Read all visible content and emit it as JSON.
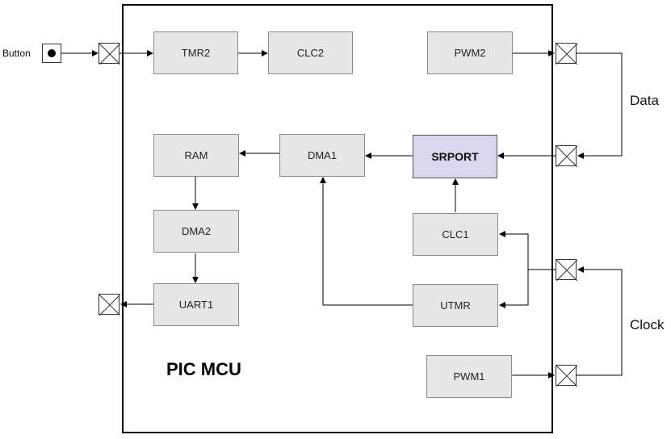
{
  "diagram": {
    "mcu_label": "PIC MCU",
    "blocks": {
      "tmr2": "TMR2",
      "clc2": "CLC2",
      "pwm2": "PWM2",
      "ram": "RAM",
      "dma1": "DMA1",
      "srport": "SRPORT",
      "dma2": "DMA2",
      "clc1": "CLC1",
      "uart1": "UART1",
      "utmr": "UTMR",
      "pwm1": "PWM1"
    },
    "external": {
      "button": "Button",
      "data": "Data",
      "clock": "Clock"
    },
    "colors": {
      "block_fill": "#e6e6e6",
      "highlight_fill": "#d9d6ee",
      "line": "#000000"
    }
  }
}
